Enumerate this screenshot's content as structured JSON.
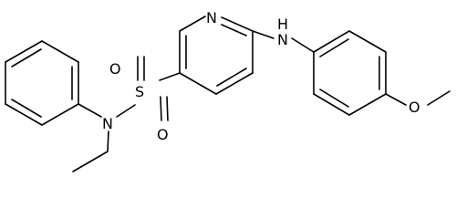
{
  "molecule": {
    "atoms": {
      "pyridine_n": "N",
      "amine_nh": "H\nN",
      "methoxy_o": "O",
      "sulfonyl_s": "S",
      "sulfonyl_o_top": "O",
      "sulfonyl_o_bottom": "O",
      "sulfonamide_n": "N"
    }
  },
  "colors": {
    "bond": "#000000",
    "label": "#000000",
    "background": "#ffffff"
  }
}
